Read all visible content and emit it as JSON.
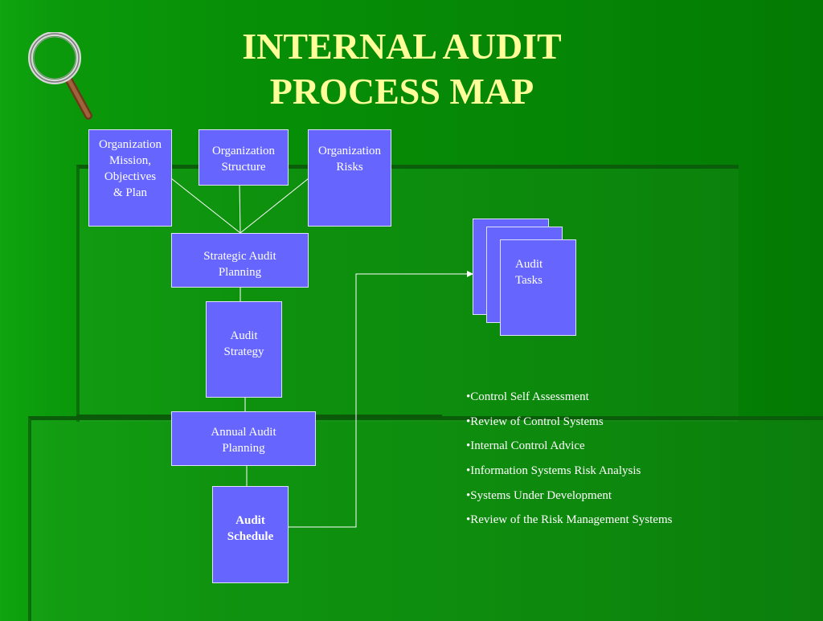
{
  "title": {
    "line1": "INTERNAL AUDIT",
    "line2": "PROCESS MAP"
  },
  "inputs": [
    {
      "line1": "Organization",
      "line2": "Mission,",
      "line3": "Objectives",
      "line4": "& Plan"
    },
    {
      "line1": "Organization",
      "line2": "Structure"
    },
    {
      "line1": "Organization",
      "line2": "Risks"
    }
  ],
  "strategic_planning": {
    "line1": "Strategic Audit",
    "line2": "Planning"
  },
  "audit_strategy": {
    "line1": "Audit",
    "line2": "Strategy"
  },
  "annual_planning": {
    "line1": "Annual Audit",
    "line2": "Planning"
  },
  "audit_schedule": {
    "line1": "Audit",
    "line2": "Schedule"
  },
  "audit_tasks": {
    "line1": "Audit",
    "line2": "Tasks"
  },
  "task_list": [
    "•Control Self Assessment",
    "•Review of Control Systems",
    "•Internal Control Advice",
    "•Information Systems Risk Analysis",
    "•Systems Under Development",
    "•Review of the Risk Management Systems"
  ],
  "colors": {
    "background": "#078f07",
    "title": "#ffff99",
    "box_fill": "#6666ff",
    "connector": "#ffffff"
  }
}
